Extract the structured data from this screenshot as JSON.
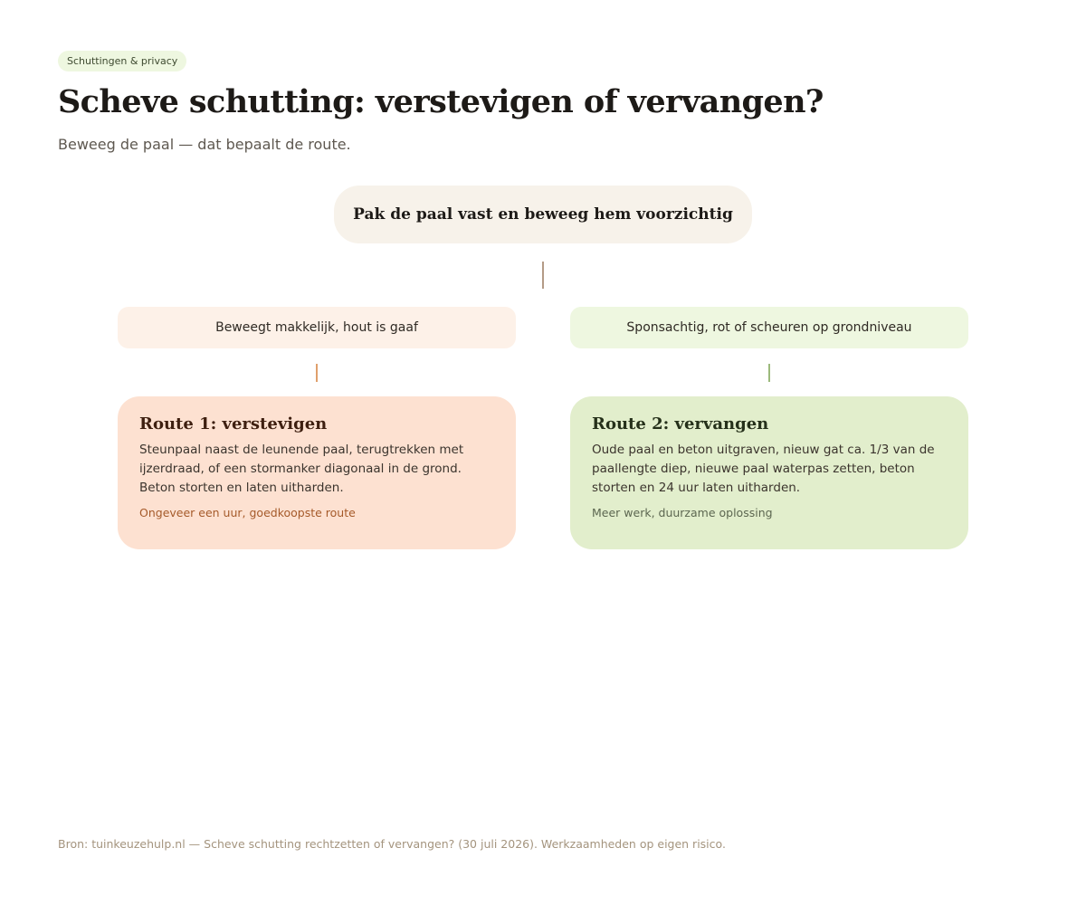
{
  "badge": "Schuttingen & privacy",
  "title": "Scheve schutting: verstevigen of vervangen?",
  "subtitle": "Beweeg de paal — dat bepaalt de route.",
  "root": "Pak de paal vast en beweeg hem voorzichtig",
  "branches": [
    {
      "condition": "Beweegt makkelijk, hout is gaaf",
      "route_title": "Route 1: verstevigen",
      "route_body": "Steunpaal naast de leunende paal, terugtrekken met ijzerdraad, of een stormanker diagonaal in de grond. Beton storten en laten uitharden.",
      "route_note": "Ongeveer een uur, goedkoopste route"
    },
    {
      "condition": "Sponsachtig, rot of scheuren op grondniveau",
      "route_title": "Route 2: vervangen",
      "route_body": "Oude paal en beton uitgraven, nieuw gat ca. 1/3 van de paallengte diep, nieuwe paal waterpas zetten, beton storten en 24 uur laten uitharden.",
      "route_note": "Meer werk, duurzame oplossing"
    }
  ],
  "source": "Bron: tuinkeuzehulp.nl — Scheve schutting rechtzetten of vervangen? (30 juli 2026). Werkzaamheden op eigen risico.",
  "colors": {
    "badge_bg": "#eef7e0",
    "root_bg": "#f7f2ea",
    "left_condition_bg": "#fdf1e8",
    "right_condition_bg": "#eef7e0",
    "left_route_bg": "#fde1d1",
    "right_route_bg": "#e2eecc",
    "left_accent": "#e0a06c",
    "right_accent": "#9cba7c"
  }
}
